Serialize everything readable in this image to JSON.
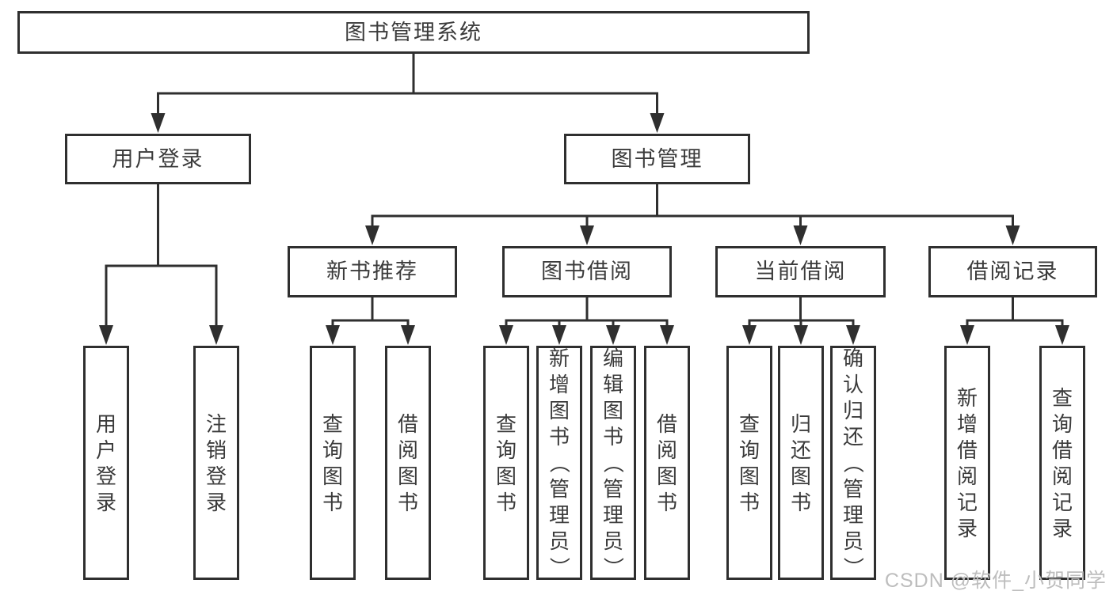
{
  "diagram": {
    "title": "图书管理系统",
    "watermark": "CSDN @软件_小贺同学",
    "colors": {
      "line": "#2f2f2f",
      "text": "#3b3b3b",
      "box_fill": "#ffffff",
      "watermark": "#bdbdbd",
      "background": "#ffffff"
    },
    "nodes": [
      {
        "id": "root",
        "label": "图书管理系统",
        "orientation": "horizontal",
        "parent": null
      },
      {
        "id": "user-login",
        "label": "用户登录",
        "orientation": "horizontal",
        "parent": "root"
      },
      {
        "id": "book-mgmt",
        "label": "图书管理",
        "orientation": "horizontal",
        "parent": "root"
      },
      {
        "id": "new-book-rec",
        "label": "新书推荐",
        "orientation": "horizontal",
        "parent": "book-mgmt"
      },
      {
        "id": "book-borrow",
        "label": "图书借阅",
        "orientation": "horizontal",
        "parent": "book-mgmt"
      },
      {
        "id": "current-borrow",
        "label": "当前借阅",
        "orientation": "horizontal",
        "parent": "book-mgmt"
      },
      {
        "id": "borrow-record",
        "label": "借阅记录",
        "orientation": "horizontal",
        "parent": "book-mgmt"
      },
      {
        "id": "leaf-user-login",
        "label": "用户登录",
        "orientation": "vertical",
        "parent": "user-login"
      },
      {
        "id": "leaf-logout",
        "label": "注销登录",
        "orientation": "vertical",
        "parent": "user-login"
      },
      {
        "id": "leaf-query-books-rec",
        "label": "查询图书",
        "orientation": "vertical",
        "parent": "new-book-rec"
      },
      {
        "id": "leaf-borrow-books-rec",
        "label": "借阅图书",
        "orientation": "vertical",
        "parent": "new-book-rec"
      },
      {
        "id": "leaf-query-books-borrow",
        "label": "查询图书",
        "orientation": "vertical",
        "parent": "book-borrow"
      },
      {
        "id": "leaf-add-books",
        "label": "新增图书（管理员）",
        "orientation": "vertical",
        "parent": "book-borrow"
      },
      {
        "id": "leaf-edit-books",
        "label": "编辑图书（管理员）",
        "orientation": "vertical",
        "parent": "book-borrow"
      },
      {
        "id": "leaf-borrow-books",
        "label": "借阅图书",
        "orientation": "vertical",
        "parent": "book-borrow"
      },
      {
        "id": "leaf-query-books-current",
        "label": "查询图书",
        "orientation": "vertical",
        "parent": "current-borrow"
      },
      {
        "id": "leaf-return-books",
        "label": "归还图书",
        "orientation": "vertical",
        "parent": "current-borrow"
      },
      {
        "id": "leaf-confirm-return",
        "label": "确认归还（管理员）",
        "orientation": "vertical",
        "parent": "current-borrow"
      },
      {
        "id": "leaf-add-borrow-record",
        "label": "新增借阅记录",
        "orientation": "vertical",
        "parent": "borrow-record"
      },
      {
        "id": "leaf-query-borrow-record",
        "label": "查询借阅记录",
        "orientation": "vertical",
        "parent": "borrow-record"
      }
    ]
  }
}
